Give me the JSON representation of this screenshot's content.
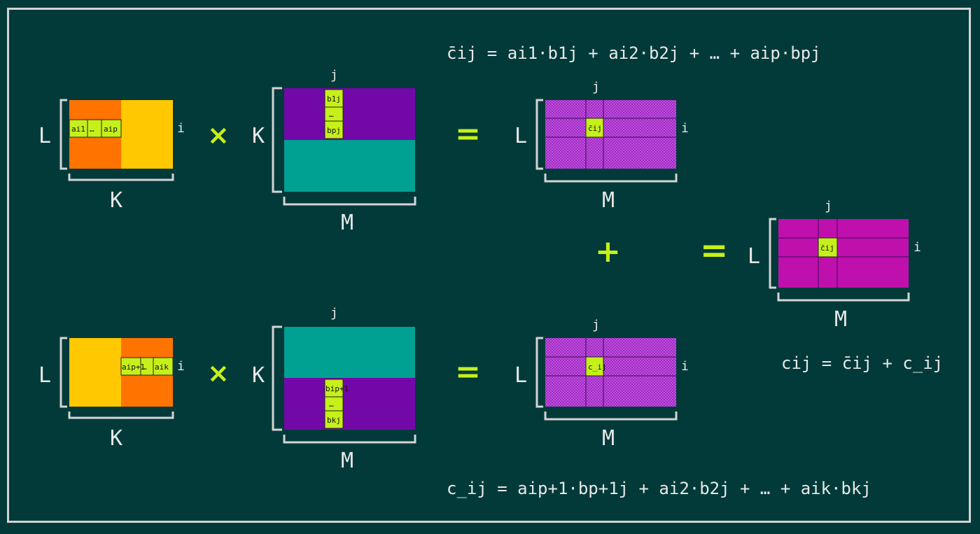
{
  "colors": {
    "background": "#023a3a",
    "frame": "#d4d4d4",
    "orange": "#ff7300",
    "yellow": "#ffc800",
    "purple": "#7308a8",
    "teal": "#00a092",
    "checker_purple": "#b13ed3",
    "magenta": "#bf10ae",
    "highlight": "#c6f01a",
    "operator": "#c6f01a"
  },
  "formulas": {
    "top": "c̄ij = ai1·b1j + ai2·b2j + … + aip·bpj",
    "bottom": "c̲ij = aip+1·bp+1j + ai2·b2j + … + aik·bkj",
    "sum": "cij = c̄ij + c̲ij"
  },
  "dims": {
    "L": "L",
    "K": "K",
    "M": "M",
    "i": "i",
    "j": "j"
  },
  "operators": {
    "times": "×",
    "equals": "=",
    "plus": "+"
  },
  "cells": {
    "a_top_first": "ai1",
    "a_top_dots": "…",
    "a_top_last": "aip",
    "b_top_first": "b1j",
    "b_top_dots": "…",
    "b_top_last": "bpj",
    "c_top": "c̄ij",
    "a_bot_first": "aip+1",
    "a_bot_dots": "…",
    "a_bot_last": "aik",
    "b_bot_first": "bip+1",
    "b_bot_dots": "…",
    "b_bot_last": "bkj",
    "c_bot": "c̲ij",
    "c_result": "c̄ij"
  }
}
